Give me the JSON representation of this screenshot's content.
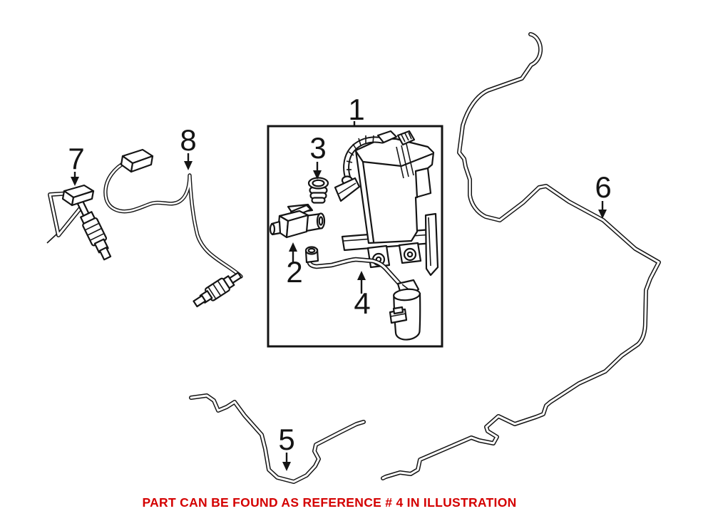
{
  "caption": {
    "text": "PART CAN BE FOUND AS REFERENCE # 4 IN ILLUSTRATION",
    "color": "#d40000"
  },
  "palette": {
    "background": "#ffffff",
    "line": "#141414",
    "caption_red": "#d40000"
  },
  "callouts": [
    {
      "number": "1",
      "part": "evap-canister-assembly-box"
    },
    {
      "number": "2",
      "part": "purge-vent-valve"
    },
    {
      "number": "3",
      "part": "sealing-grommet"
    },
    {
      "number": "4",
      "part": "vent-hose-with-dust-filter"
    },
    {
      "number": "5",
      "part": "front-vent-hose"
    },
    {
      "number": "6",
      "part": "fuel-tank-vent-line"
    },
    {
      "number": "7",
      "part": "oxygen-sensor-with-bracket"
    },
    {
      "number": "8",
      "part": "oxygen-sensor-with-cable"
    }
  ]
}
